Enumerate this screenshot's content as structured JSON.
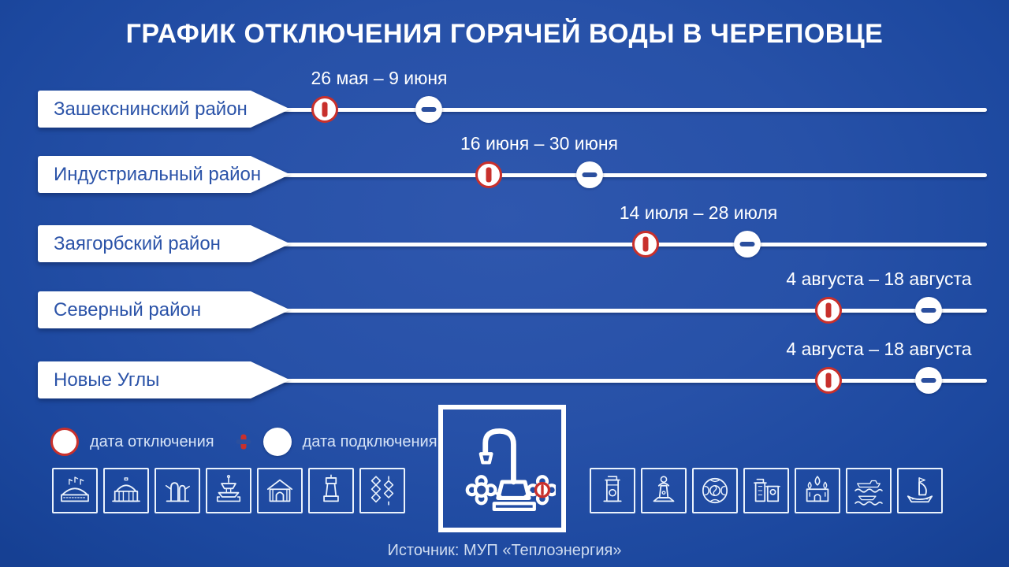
{
  "title": "ГРАФИК ОТКЛЮЧЕНИЯ ГОРЯЧЕЙ ВОДЫ В ЧЕРЕПОВЦЕ",
  "timeline": {
    "rows": [
      {
        "district": "Зашекснинский район",
        "dates": "26 мая – 9 июня"
      },
      {
        "district": "Индустриальный район",
        "dates": "16 июня – 30 июня"
      },
      {
        "district": "Заягорбский район",
        "dates": "14 июля – 28 июля"
      },
      {
        "district": "Северный район",
        "dates": "4 августа – 18 августа"
      },
      {
        "district": "Новые Углы",
        "dates": "4 августа – 18 августа"
      }
    ]
  },
  "legend": {
    "shutdown_label": "дата отключения",
    "reconnect_label": "дата подключения"
  },
  "source": "Источник: МУП «Теплоэнергия»",
  "colors": {
    "background_blue": "#2751a8",
    "accent_red": "#c8302c",
    "district_text_blue": "#2b53a8",
    "reconnect_bar_blue": "#2b4f9e",
    "line_white": "#ffffff",
    "light_text": "#d6e3f6"
  },
  "icons": {
    "shutdown_marker": "shutdown-date-marker",
    "reconnect_marker": "reconnect-date-marker",
    "center": "water-faucet-icon",
    "left_landmarks": [
      "arena-icon",
      "theatre-icon",
      "founders-monument-icon",
      "fountain-icon",
      "philharmonic-icon",
      "tower-monument-icon",
      "folk-ornament-icon"
    ],
    "right_landmarks": [
      "clock-tower-icon",
      "bust-monument-icon",
      "round-ornament-icon",
      "water-tower-icon",
      "cathedral-icon",
      "river-ships-icon",
      "sailboat-icon"
    ]
  },
  "chart_data": {
    "type": "table",
    "title": "ГРАФИК ОТКЛЮЧЕНИЯ ГОРЯЧЕЙ ВОДЫ В ЧЕРЕПОВЦЕ",
    "columns": [
      "Район",
      "Дата отключения",
      "Дата подключения"
    ],
    "rows": [
      [
        "Зашекснинский район",
        "26 мая",
        "9 июня"
      ],
      [
        "Индустриальный район",
        "16 июня",
        "30 июня"
      ],
      [
        "Заягорбский район",
        "14 июля",
        "28 июля"
      ],
      [
        "Северный район",
        "4 августа",
        "18 августа"
      ],
      [
        "Новые Углы",
        "4 августа",
        "18 августа"
      ]
    ],
    "legend_entries": [
      "дата отключения",
      "дата подключения"
    ],
    "source": "Источник: МУП «Теплоэнергия»"
  }
}
